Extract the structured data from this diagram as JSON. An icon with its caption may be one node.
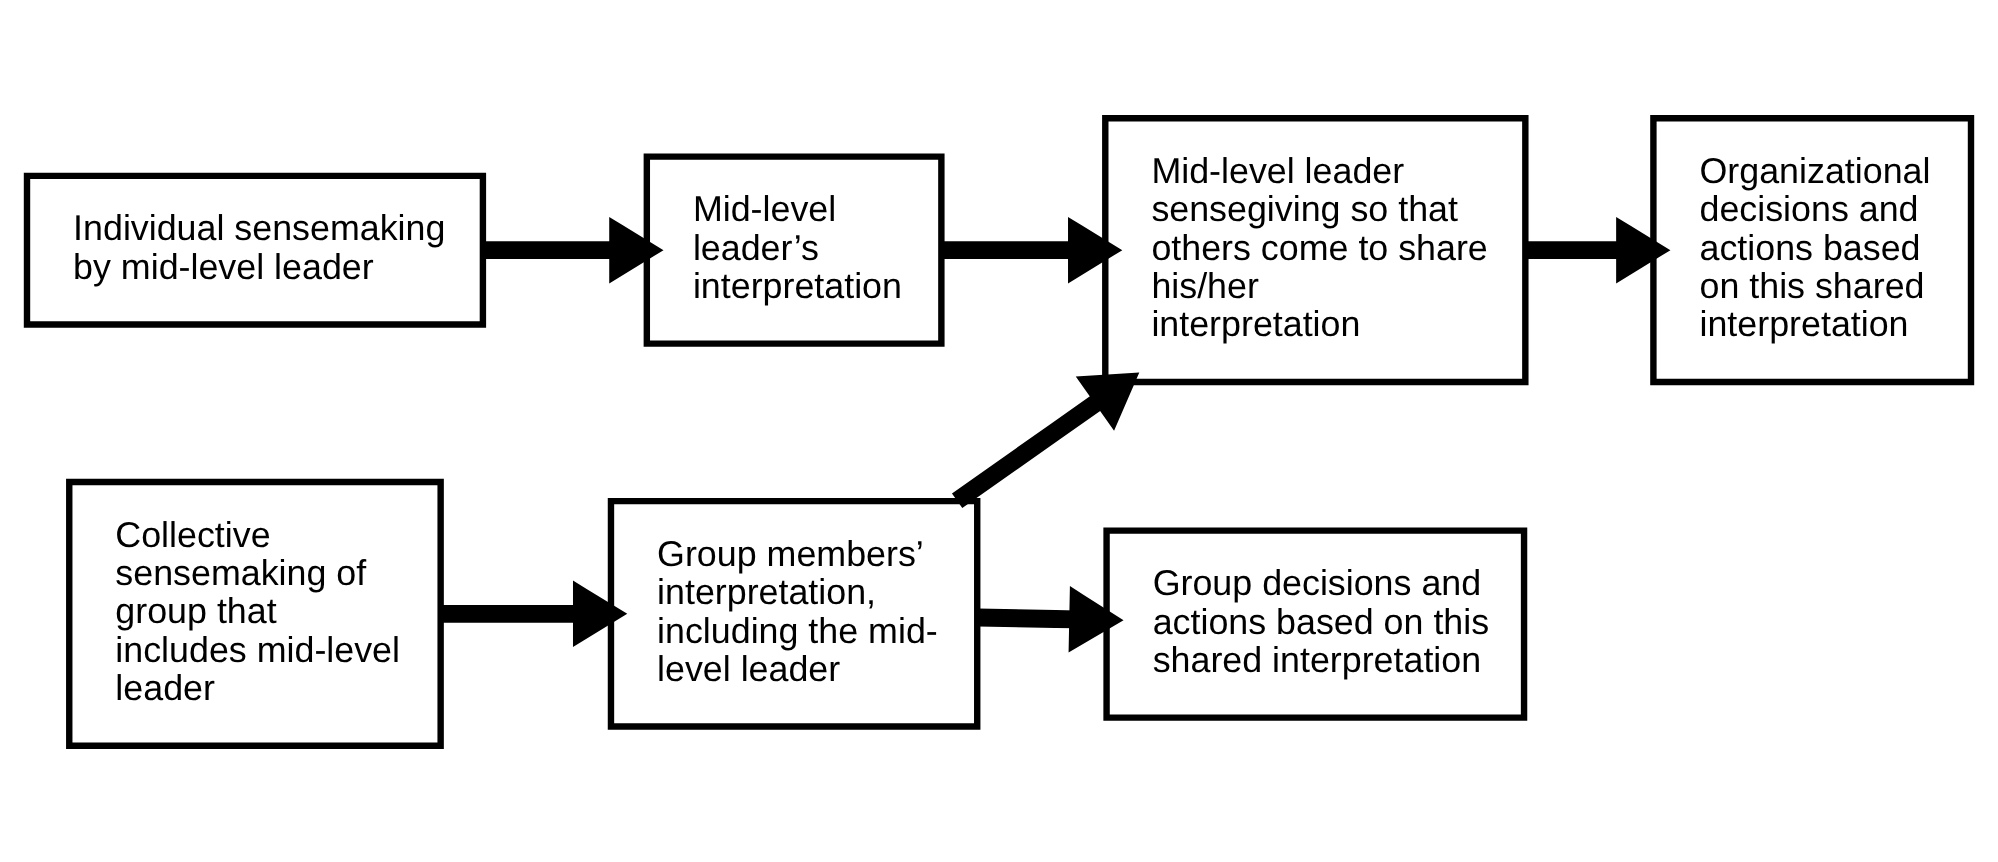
{
  "diagram": {
    "nodes": [
      {
        "text": [
          "Individual sensemaking by mid-level leader"
        ]
      },
      {
        "text": [
          "Mid-level leader’s interpretation"
        ]
      },
      {
        "text": [
          "Mid-level leader sensegiving so that others come to share his/her interpretation"
        ]
      },
      {
        "text": [
          "Organizational decisions and actions based on this shared interpretation"
        ]
      },
      {
        "text": [
          "Collective sensemaking of group that includes mid-level leader"
        ]
      },
      {
        "text": [
          "Group members’ interpretation, including the mid-level leader"
        ]
      },
      {
        "text": [
          "Group decisions and actions based on this shared interpretation"
        ]
      }
    ],
    "edges": [
      {
        "from": 0,
        "to": 1,
        "arrow": "to"
      },
      {
        "from": 1,
        "to": 2,
        "arrow": "to"
      },
      {
        "from": 2,
        "to": 3,
        "arrow": "to"
      },
      {
        "from": 4,
        "to": 5,
        "arrow": "to"
      },
      {
        "from": 5,
        "to": 2,
        "arrow": "to"
      },
      {
        "from": 5,
        "to": 6,
        "arrow": "to"
      }
    ]
  }
}
